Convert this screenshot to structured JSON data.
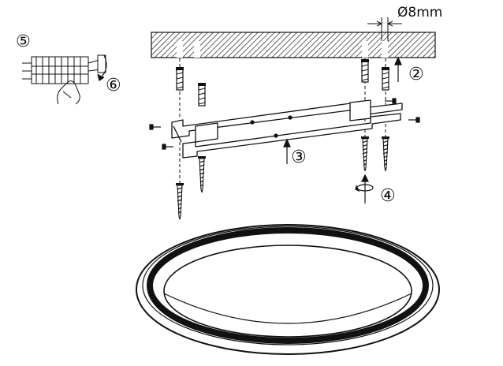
{
  "diagram": {
    "hole_diameter_label": "Ø8mm",
    "steps": {
      "step2": "②",
      "step3": "③",
      "step4": "④",
      "step5": "⑤",
      "step6": "⑥"
    },
    "colors": {
      "ink": "#111111",
      "ceiling_hatch": "#222222",
      "background": "#ffffff"
    }
  }
}
